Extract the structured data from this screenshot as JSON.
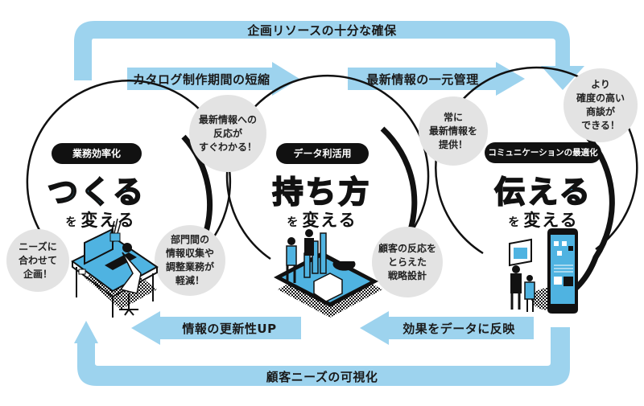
{
  "colors": {
    "arrow": "#9dd3ee",
    "accent": "#4fb3e1",
    "pill_bg": "#111111",
    "bubble_bg": "#e3e3e3"
  },
  "flows": {
    "top_loop": "企画リソースの十分な確保",
    "arrow_1": "カタログ制作期間の短縮",
    "arrow_2": "最新情報の一元管理",
    "arrow_3": "効果をデータに反映",
    "arrow_4": "情報の更新性UP",
    "bottom_loop": "顧客ニーズの可視化"
  },
  "stages": [
    {
      "pill": "業務効率化",
      "title": "つくる",
      "suffix_small": "を",
      "suffix": "変える",
      "illustration": "desk-workstation-icon"
    },
    {
      "pill": "データ利活用",
      "title": "持ち方",
      "suffix_small": "を",
      "suffix": "変える",
      "illustration": "data-tablet-chart-icon"
    },
    {
      "pill": "コミュニケーションの最適化",
      "title": "伝える",
      "suffix_small": "を",
      "suffix": "変える",
      "illustration": "smartphone-presentation-icon"
    }
  ],
  "bubbles": {
    "needs": [
      "ニーズに",
      "合わせて",
      "企画！"
    ],
    "dept": [
      "部門間の",
      "情報収集や",
      "調整業務が",
      "軽減！"
    ],
    "latest_reaction": [
      "最新情報への",
      "反応が",
      "すぐわかる！"
    ],
    "customer": [
      "顧客の反応を",
      "とらえた",
      "戦略設計"
    ],
    "always_latest": [
      "常に",
      "最新情報を",
      "提供！"
    ],
    "precise_deal": [
      "より",
      "確度の高い",
      "商談が",
      "できる！"
    ]
  }
}
